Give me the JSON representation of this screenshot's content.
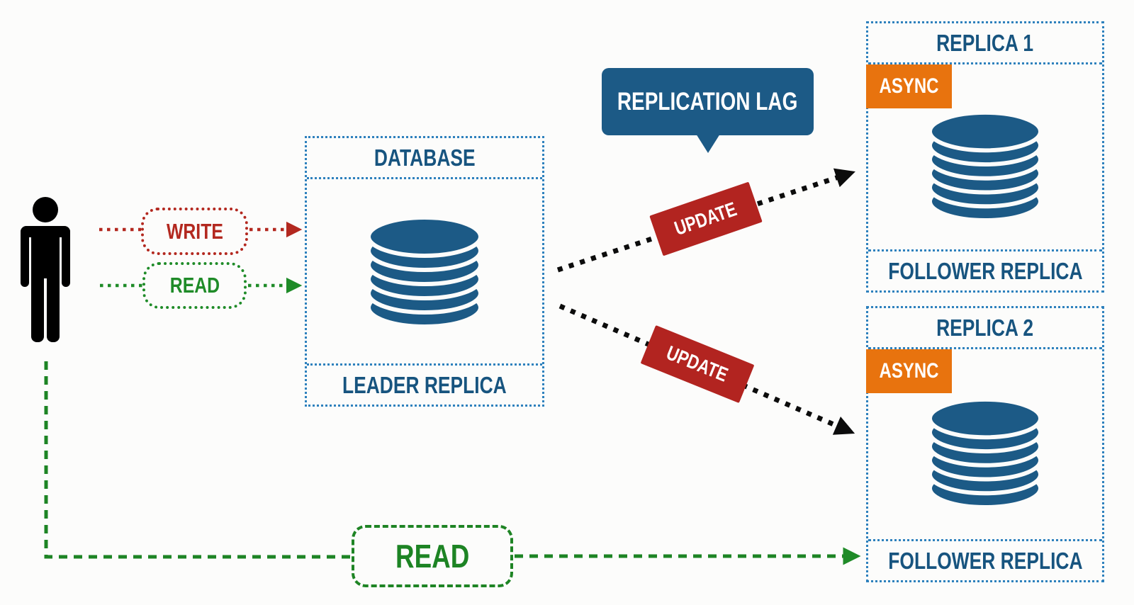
{
  "colors": {
    "background": "#fcfcfb",
    "box_border_blue": "#2e81bd",
    "heading_blue": "#17547f",
    "database_icon_blue": "#1c5a86",
    "callout_blue": "#1c5a86",
    "update_red": "#b22420",
    "write_red": "#b3281f",
    "read_green": "#1f8b28",
    "async_orange": "#e8730e",
    "arrow_black": "#0c0c0c"
  },
  "actor": {
    "icon": "person-icon"
  },
  "write_pill": {
    "label": "WRITE"
  },
  "read_pill": {
    "label": "READ"
  },
  "database": {
    "title": "DATABASE",
    "footer": "LEADER REPLICA",
    "icon": "database-icon"
  },
  "replication_lag_callout": {
    "label": "REPLICATION LAG"
  },
  "update_top": {
    "label": "UPDATE"
  },
  "update_bottom": {
    "label": "UPDATE"
  },
  "replica_1": {
    "title": "REPLICA 1",
    "badge": "ASYNC",
    "footer": "FOLLOWER REPLICA",
    "icon": "database-icon"
  },
  "replica_2": {
    "title": "REPLICA 2",
    "badge": "ASYNC",
    "footer": "FOLLOWER REPLICA",
    "icon": "database-icon"
  },
  "read_bottom_pill": {
    "label": "READ"
  }
}
